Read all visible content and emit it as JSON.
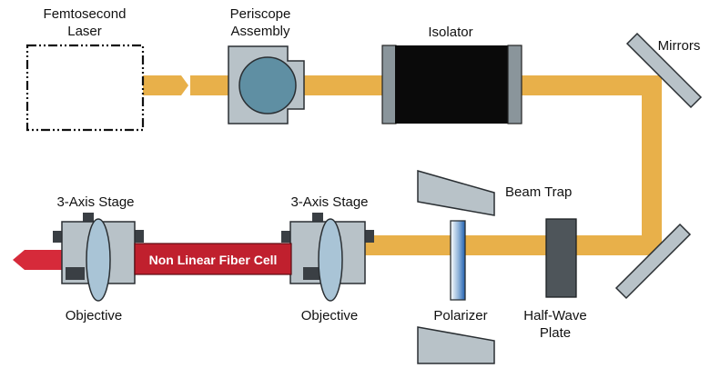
{
  "labels": {
    "laser_line1": "Femtosecond",
    "laser_line2": "Laser",
    "periscope_line1": "Periscope",
    "periscope_line2": "Assembly",
    "isolator": "Isolator",
    "mirrors": "Mirrors",
    "beam_trap": "Beam Trap",
    "polarizer": "Polarizer",
    "half_wave_line1": "Half-Wave",
    "half_wave_line2": "Plate",
    "stage_left": "3-Axis Stage",
    "stage_right": "3-Axis Stage",
    "objective_left": "Objective",
    "objective_right": "Objective",
    "fiber_cell": "Non Linear Fiber Cell"
  },
  "colors": {
    "beam": "#e8b04a",
    "output_beam": "#d62a3a",
    "fiber_cell": "#c0202e",
    "component_gray": "#b8c2c8",
    "periscope_lens": "#5f8fa3",
    "isolator_body": "#0a0a0a",
    "half_wave_plate": "#4e555a",
    "lens_fill": "#a9c4d6"
  }
}
